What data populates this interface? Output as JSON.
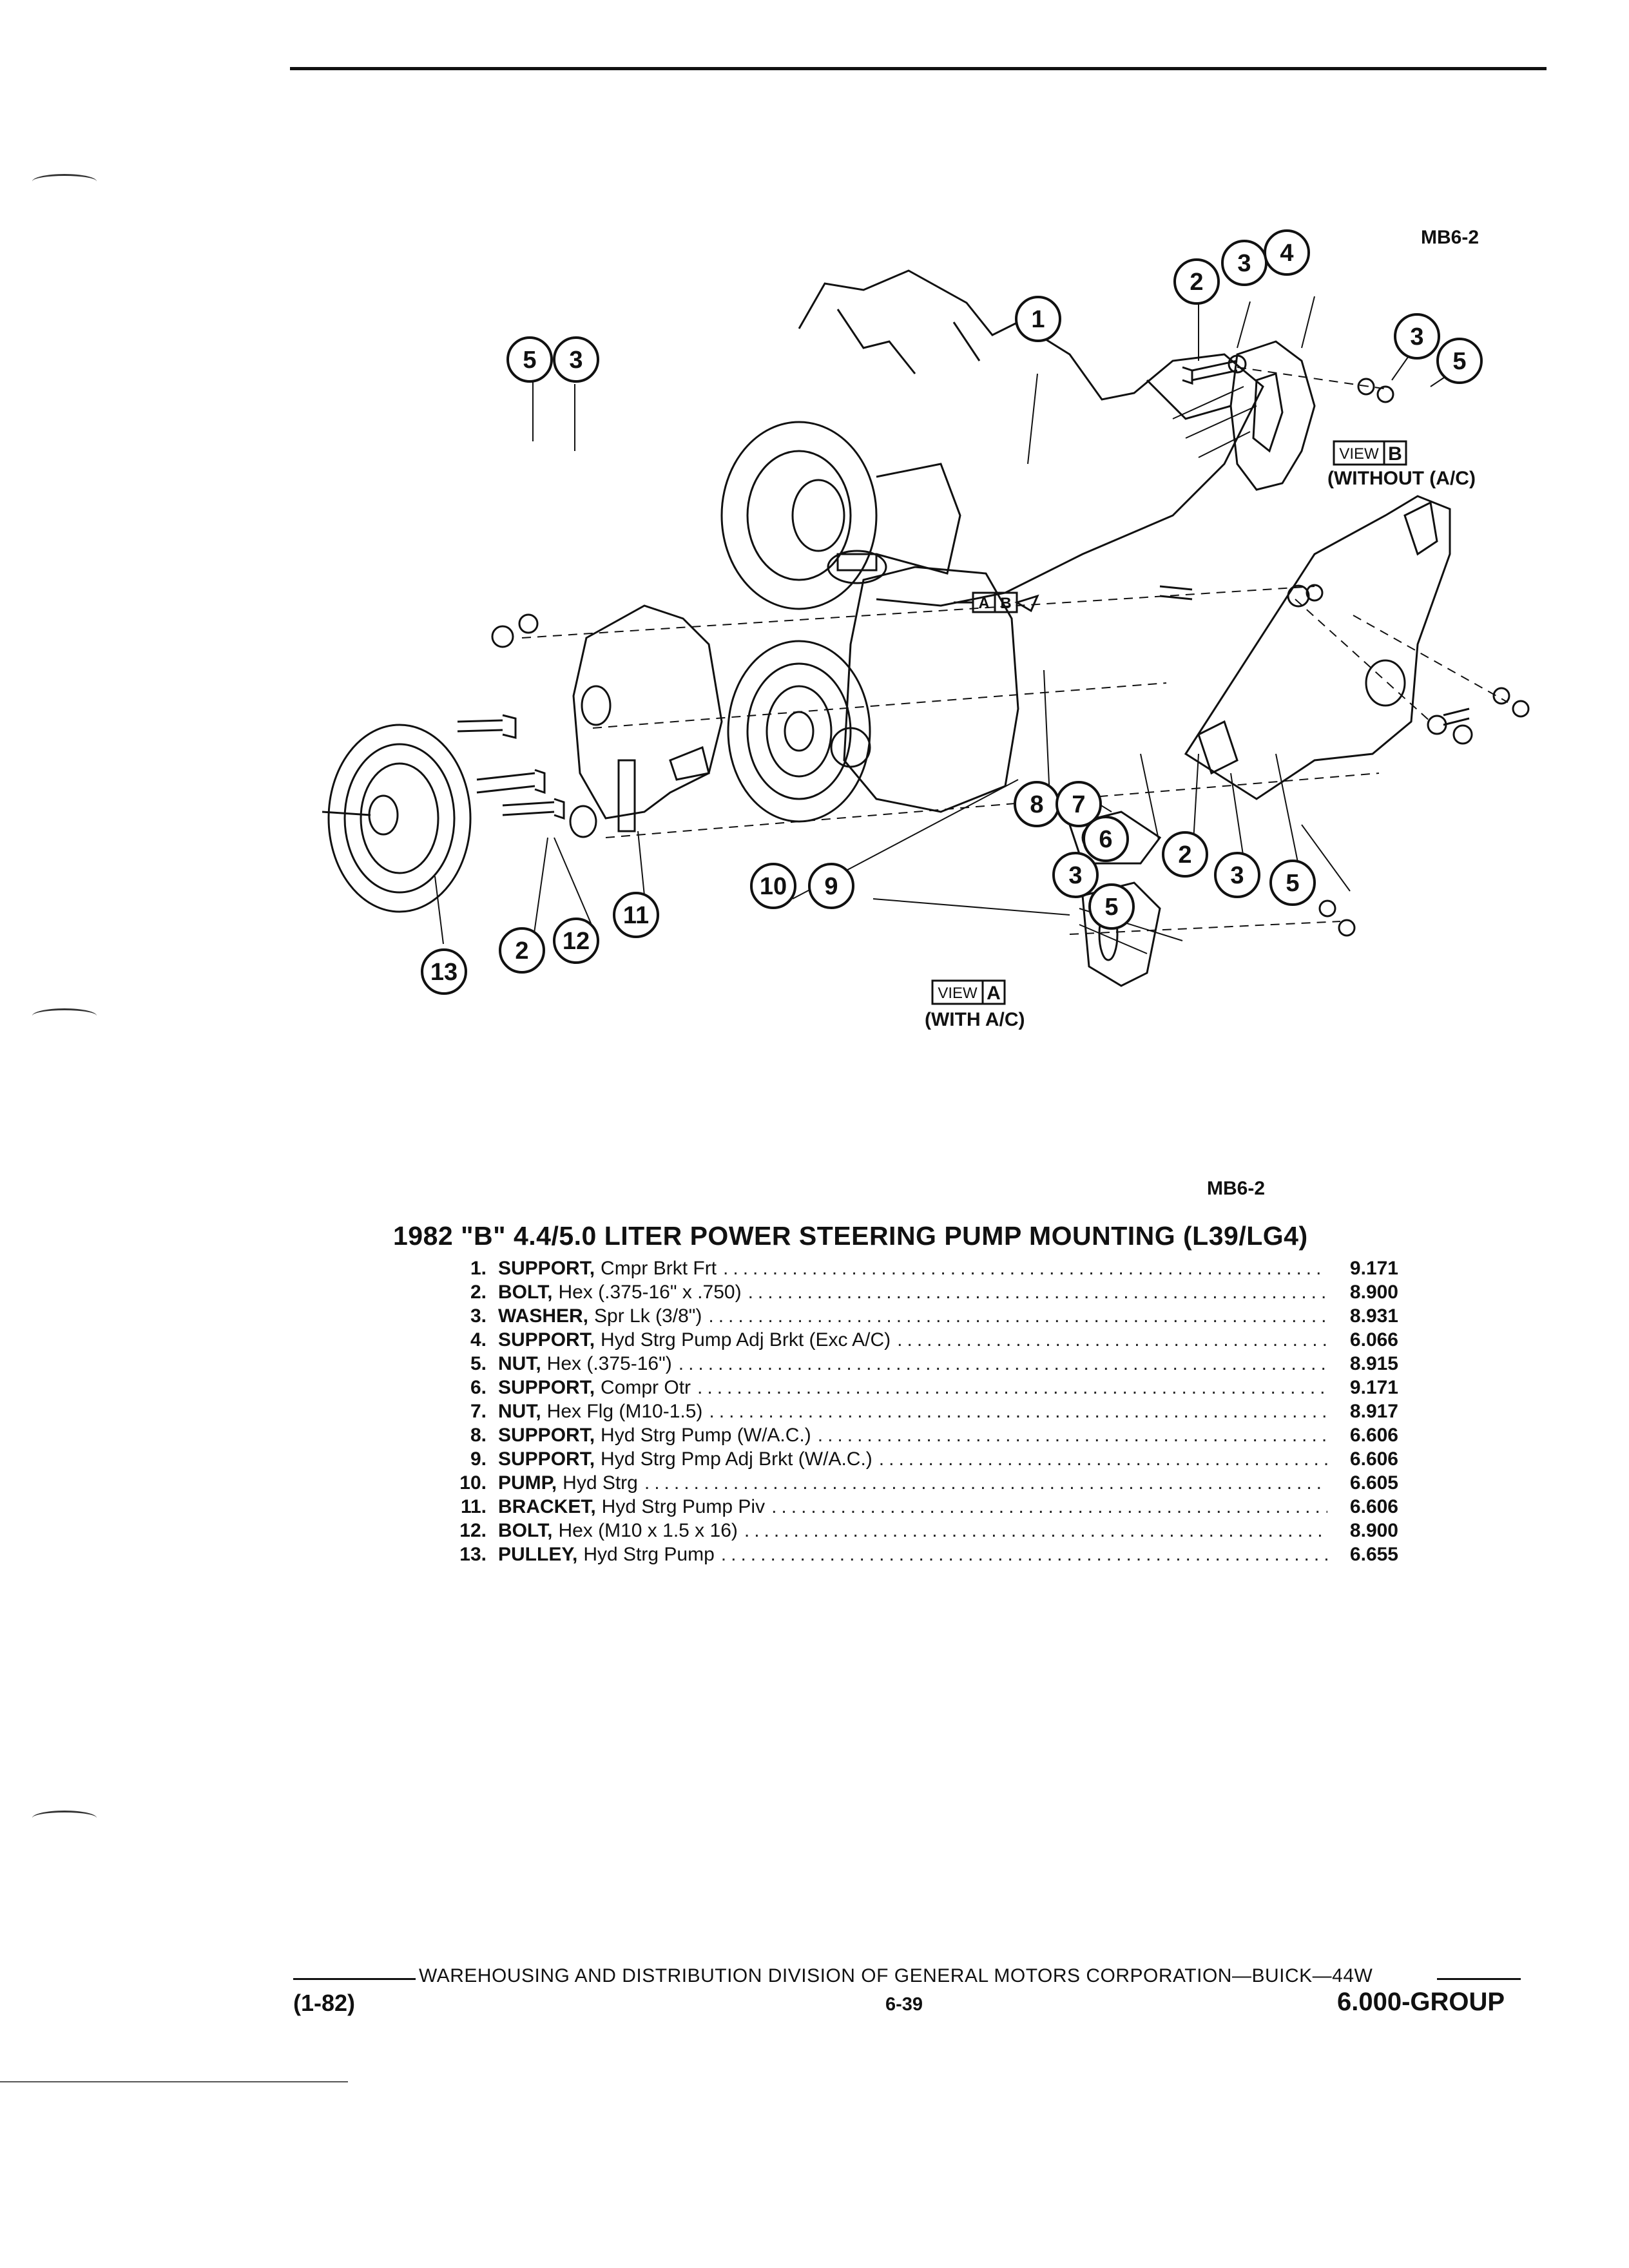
{
  "figure": {
    "code_top": "MB6-2",
    "code_bottom": "MB6-2",
    "callouts": [
      "1",
      "2",
      "3",
      "4",
      "3",
      "5",
      "5",
      "3",
      "8",
      "7",
      "6",
      "2",
      "3",
      "5",
      "10",
      "9",
      "3",
      "5",
      "13",
      "2",
      "12",
      "11"
    ],
    "view_a": {
      "word": "VIEW",
      "letter": "A",
      "caption": "(WITH A/C)"
    },
    "view_b": {
      "word": "VIEW",
      "letter": "B",
      "caption": "(WITHOUT (A/C)"
    },
    "arrow_tag": {
      "a": "A",
      "b": "B"
    }
  },
  "title": "1982 \"B\" 4.4/5.0 LITER POWER STEERING PUMP MOUNTING (L39/LG4)",
  "parts": [
    {
      "num": "1.",
      "name": "SUPPORT,",
      "desc": "Cmpr Brkt Frt",
      "group": "9.171"
    },
    {
      "num": "2.",
      "name": "BOLT,",
      "desc": "Hex (.375-16\" x .750)",
      "group": "8.900"
    },
    {
      "num": "3.",
      "name": "WASHER,",
      "desc": "Spr Lk (3/8\")",
      "group": "8.931"
    },
    {
      "num": "4.",
      "name": "SUPPORT,",
      "desc": "Hyd Strg Pump Adj Brkt (Exc A/C)",
      "group": "6.066"
    },
    {
      "num": "5.",
      "name": "NUT,",
      "desc": "Hex (.375-16\")",
      "group": "8.915"
    },
    {
      "num": "6.",
      "name": "SUPPORT,",
      "desc": "Compr Otr",
      "group": "9.171"
    },
    {
      "num": "7.",
      "name": "NUT,",
      "desc": "Hex Flg (M10-1.5)",
      "group": "8.917"
    },
    {
      "num": "8.",
      "name": "SUPPORT,",
      "desc": "Hyd Strg Pump (W/A.C.)",
      "group": "6.606"
    },
    {
      "num": "9.",
      "name": "SUPPORT,",
      "desc": "Hyd Strg Pmp Adj Brkt (W/A.C.)",
      "group": "6.606"
    },
    {
      "num": "10.",
      "name": "PUMP,",
      "desc": "Hyd Strg",
      "group": "6.605"
    },
    {
      "num": "11.",
      "name": "BRACKET,",
      "desc": "Hyd Strg Pump Piv",
      "group": "6.606"
    },
    {
      "num": "12.",
      "name": "BOLT,",
      "desc": "Hex (M10 x 1.5 x 16)",
      "group": "8.900"
    },
    {
      "num": "13.",
      "name": "PULLEY,",
      "desc": "Hyd Strg Pump",
      "group": "6.655"
    }
  ],
  "footer": {
    "line": "WAREHOUSING AND DISTRIBUTION  DIVISION OF GENERAL MOTORS CORPORATION—BUICK—44W",
    "date": "(1-82)",
    "page": "6-39",
    "group": "6.000-GROUP"
  }
}
